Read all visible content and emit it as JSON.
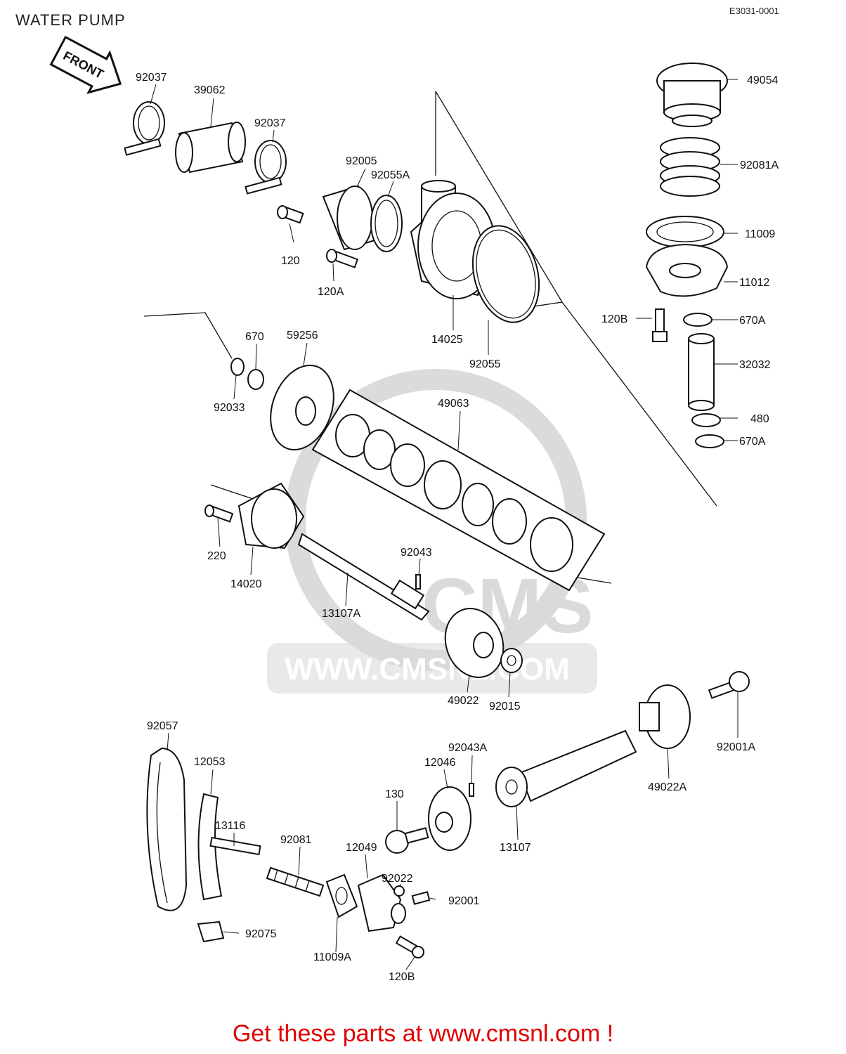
{
  "header": {
    "title": "WATER PUMP",
    "code": "E3031-0001"
  },
  "front_arrow": {
    "label": "FRONT"
  },
  "watermark": {
    "logo_text": "CMS",
    "url_text": "WWW.CMSNL.COM"
  },
  "parts": [
    {
      "id": "p92037a",
      "label": "92037"
    },
    {
      "id": "p39062",
      "label": "39062"
    },
    {
      "id": "p92037b",
      "label": "92037"
    },
    {
      "id": "p92005",
      "label": "92005"
    },
    {
      "id": "p92055A",
      "label": "92055A"
    },
    {
      "id": "p120",
      "label": "120"
    },
    {
      "id": "p120A",
      "label": "120A"
    },
    {
      "id": "p14025",
      "label": "14025"
    },
    {
      "id": "p92055",
      "label": "92055"
    },
    {
      "id": "p49054",
      "label": "49054"
    },
    {
      "id": "p92081A",
      "label": "92081A"
    },
    {
      "id": "p11009",
      "label": "11009"
    },
    {
      "id": "p11012",
      "label": "11012"
    },
    {
      "id": "p120B_top",
      "label": "120B"
    },
    {
      "id": "p670A_a",
      "label": "670A"
    },
    {
      "id": "p32032",
      "label": "32032"
    },
    {
      "id": "p480",
      "label": "480"
    },
    {
      "id": "p670A_b",
      "label": "670A"
    },
    {
      "id": "p670",
      "label": "670"
    },
    {
      "id": "p59256",
      "label": "59256"
    },
    {
      "id": "p92033",
      "label": "92033"
    },
    {
      "id": "p49063",
      "label": "49063"
    },
    {
      "id": "p220",
      "label": "220"
    },
    {
      "id": "p14020",
      "label": "14020"
    },
    {
      "id": "p92043",
      "label": "92043"
    },
    {
      "id": "p13107A",
      "label": "13107A"
    },
    {
      "id": "p49022",
      "label": "49022"
    },
    {
      "id": "p92015",
      "label": "92015"
    },
    {
      "id": "p92001A",
      "label": "92001A"
    },
    {
      "id": "p49022A",
      "label": "49022A"
    },
    {
      "id": "p92057",
      "label": "92057"
    },
    {
      "id": "p12053",
      "label": "12053"
    },
    {
      "id": "p92043A",
      "label": "92043A"
    },
    {
      "id": "p12046",
      "label": "12046"
    },
    {
      "id": "p130",
      "label": "130"
    },
    {
      "id": "p13107",
      "label": "13107"
    },
    {
      "id": "p13116",
      "label": "13116"
    },
    {
      "id": "p92081",
      "label": "92081"
    },
    {
      "id": "p12049",
      "label": "12049"
    },
    {
      "id": "p92022",
      "label": "92022"
    },
    {
      "id": "p92001",
      "label": "92001"
    },
    {
      "id": "p92075",
      "label": "92075"
    },
    {
      "id": "p11009A",
      "label": "11009A"
    },
    {
      "id": "p120B_bottom",
      "label": "120B"
    }
  ],
  "footer": {
    "text": "Get these parts at www.cmsnl.com !",
    "color": "#e00000"
  }
}
